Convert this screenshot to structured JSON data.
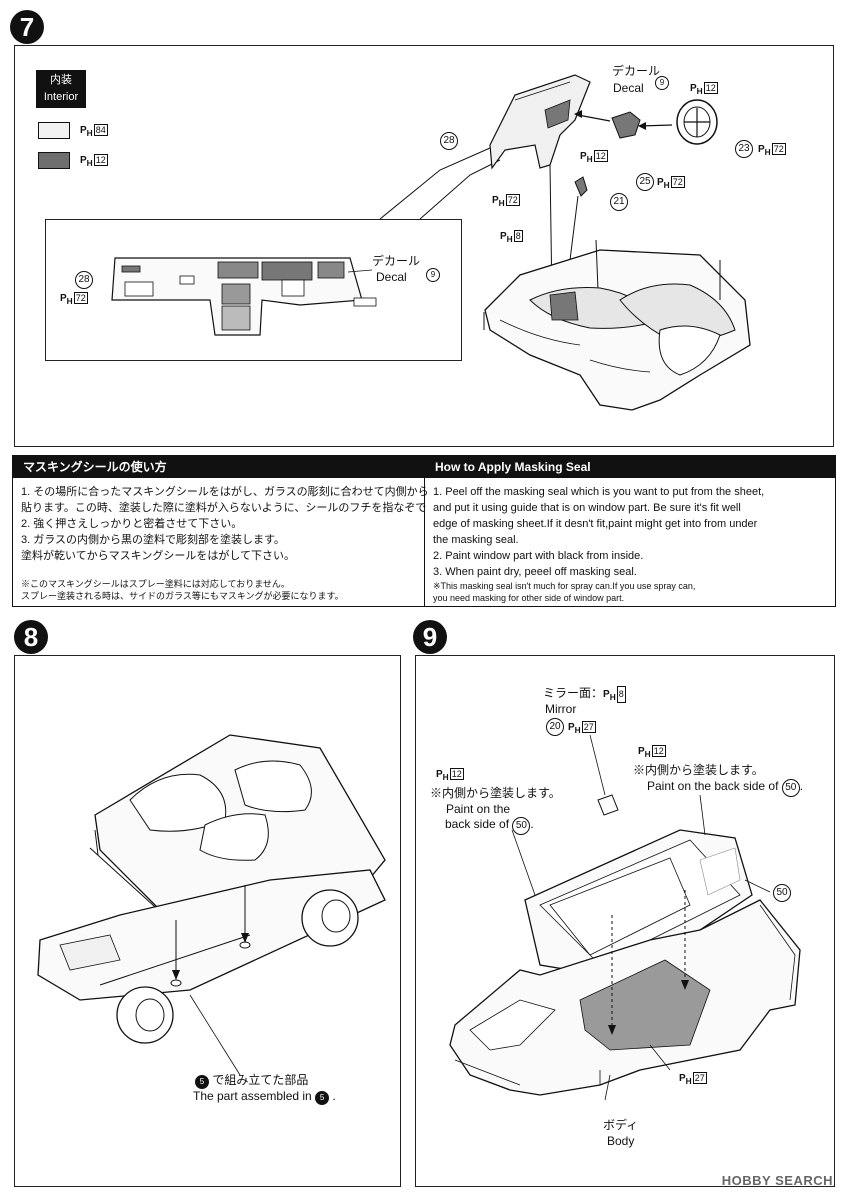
{
  "steps": {
    "step7": "7",
    "step8": "8",
    "step9": "9"
  },
  "legend": {
    "title_ja": "内装",
    "title_en": "Interior",
    "items": [
      {
        "color": "#f2f2f2",
        "code": "84"
      },
      {
        "color": "#6e6e6e",
        "code": "12"
      }
    ]
  },
  "step7": {
    "decal_ja": "デカール",
    "decal_en": "Decal",
    "decal_num": "9",
    "inset_decal_ja": "デカール",
    "inset_decal_en": "Decal",
    "inset_decal_num": "9",
    "parts": {
      "p28": "28",
      "p23": "23",
      "p25": "25",
      "p21": "21",
      "p28_inset": "28"
    },
    "ph_codes": {
      "wheel_hub": "12",
      "dash_top": "12",
      "wheel": "72",
      "p25": "72",
      "p21": "72",
      "shift": "8",
      "inset28": "72"
    }
  },
  "mask": {
    "title_ja": "マスキングシールの使い方",
    "title_en": "How to Apply Masking Seal",
    "ja": [
      "1. その場所に合ったマスキングシールをはがし、ガラスの彫刻に合わせて内側から",
      "   貼ります。この時、塗装した際に塗料が入らないように、シールのフチを指なぞで",
      "2. 強く押さえしっかりと密着させて下さい。",
      "3. ガラスの内側から黒の塗料で彫刻部を塗装します。",
      "   塗料が乾いてからマスキングシールをはがして下さい。"
    ],
    "ja_note": [
      "※このマスキングシールはスプレー塗料には対応しておりません。",
      "  スプレー塗装される時は、サイドのガラス等にもマスキングが必要になります。"
    ],
    "en": [
      "1. Peel off the masking seal which is you want to put from the sheet,",
      "    and put it using guide that is on window part. Be sure it's fit well",
      "    edge of masking sheet.If it desn't fit,paint might get into from under",
      "    the masking seal.",
      "2. Paint window part with black from inside.",
      "3. When paint dry, peeel off masking seal."
    ],
    "en_note": [
      "※This masking seal isn't much for spray can.If you use spray can,",
      "  you need masking for other side of window part."
    ]
  },
  "step8": {
    "label_ja": "で組み立てた部品",
    "label_en": "The part assembled in",
    "ref": "5"
  },
  "step9": {
    "mirror_ja": "ミラー面：",
    "mirror_code": "8",
    "mirror_en": "Mirror",
    "p20": "20",
    "p20_code": "27",
    "left_code": "12",
    "left_ja": "※内側から塗装します。",
    "left_en1": "Paint on the",
    "left_en2": "back side of",
    "left_ref": "50",
    "right_code": "12",
    "right_ja": "※内側から塗装します。",
    "right_en": "Paint on the back side of",
    "right_ref": "50",
    "p50": "50",
    "floor_code": "27",
    "body_ja": "ボディ",
    "body_en": "Body"
  },
  "watermark": "HOBBY SEARCH"
}
